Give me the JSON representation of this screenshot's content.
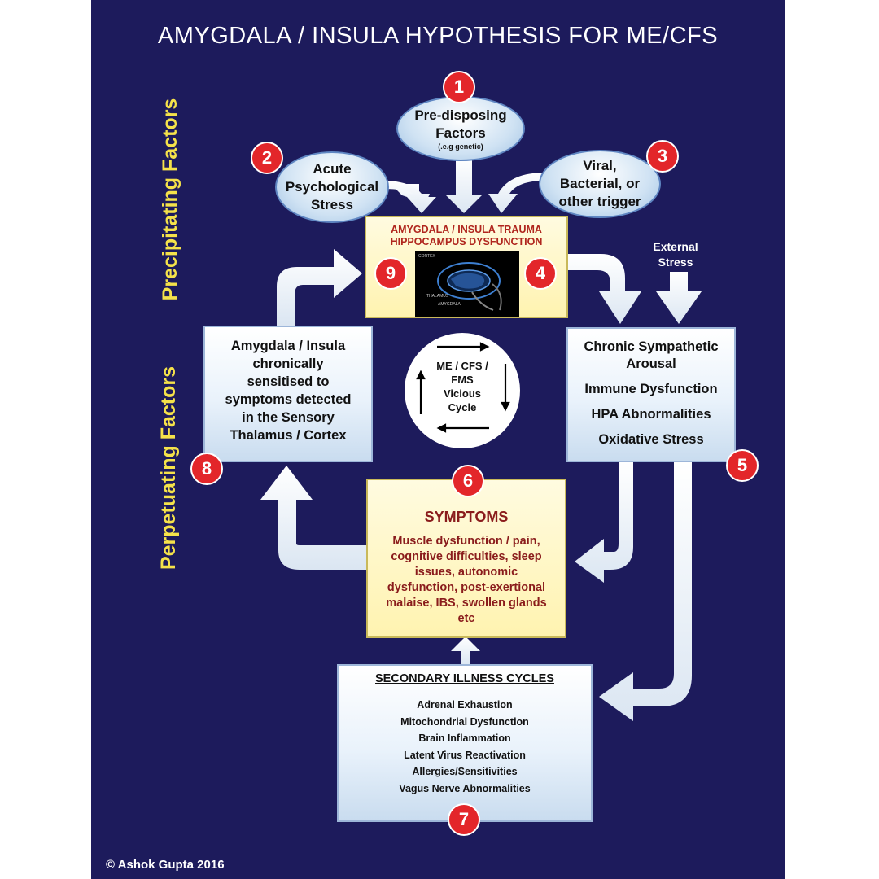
{
  "title": "AMYGDALA / INSULA HYPOTHESIS FOR ME/CFS",
  "side_labels": {
    "precipitating": "Precipitating Factors",
    "perpetuating": "Perpetuating Factors"
  },
  "ellipses": {
    "predisposing": {
      "line1": "Pre-disposing",
      "line2": "Factors",
      "note": "(.e.g genetic)"
    },
    "acute": {
      "line1": "Acute",
      "line2": "Psychological",
      "line3": "Stress"
    },
    "viral": {
      "line1": "Viral,",
      "line2": "Bacterial, or",
      "line3": "other trigger"
    }
  },
  "trauma_box": {
    "line1": "AMYGDALA / INSULA TRAUMA",
    "line2": "HIPPOCAMPUS DYSFUNCTION",
    "brain_labels": {
      "cortex": "CORTEX",
      "thalamus": "THALAMUS",
      "amygdala": "AMYGDALA"
    }
  },
  "external_stress": {
    "line1": "External",
    "line2": "Stress"
  },
  "left_box": [
    "Amygdala / Insula",
    "chronically",
    "sensitised to",
    "symptoms detected",
    "in the Sensory",
    "Thalamus / Cortex"
  ],
  "right_box": [
    "Chronic Sympathetic",
    "Arousal",
    "Immune Dysfunction",
    "HPA Abnormalities",
    "Oxidative Stress"
  ],
  "cycle": [
    "ME / CFS /",
    "FMS",
    "Vicious",
    "Cycle"
  ],
  "symptoms": {
    "heading": "SYMPTOMS",
    "lines": [
      "Muscle dysfunction / pain,",
      "cognitive difficulties, sleep",
      "issues, autonomic",
      "dysfunction, post-exertional",
      "malaise, IBS, swollen glands",
      "etc"
    ]
  },
  "secondary": {
    "heading": "SECONDARY  ILLNESS CYCLES",
    "items": [
      "Adrenal Exhaustion",
      "Mitochondrial Dysfunction",
      "Brain Inflammation",
      "Latent Virus Reactivation",
      "Allergies/Sensitivities",
      "Vagus Nerve Abnormalities"
    ]
  },
  "badges": [
    "1",
    "2",
    "3",
    "4",
    "5",
    "6",
    "7",
    "8",
    "9"
  ],
  "copyright": "© Ashok Gupta 2016",
  "colors": {
    "background": "#1d1b5c",
    "badge": "#e3262a",
    "side_label": "#f5e24a",
    "trauma_text": "#b0261e",
    "symptoms_text": "#8a1c1c"
  }
}
